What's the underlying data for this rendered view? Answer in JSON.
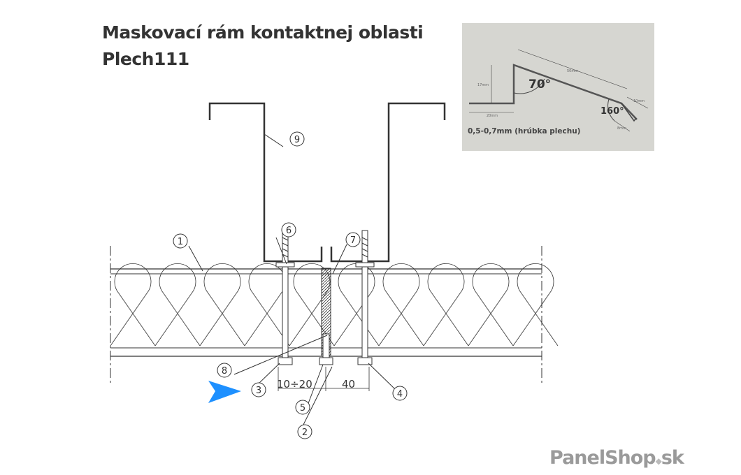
{
  "title": {
    "line1": "Maskovací rám kontaktnej oblasti",
    "line2": "Plech111"
  },
  "inset": {
    "angle_top": "70°",
    "angle_bottom": "160°",
    "dim_height": "17mm",
    "dim_base": "20mm",
    "dim_slope": "50mm",
    "dim_hem": "10mm",
    "dim_fold": "8mm",
    "thickness": "0,5-0,7mm (hrúbka plechu)"
  },
  "callouts": [
    "1",
    "2",
    "3",
    "4",
    "5",
    "6",
    "7",
    "8",
    "9"
  ],
  "dimensions": {
    "gap": "10÷20",
    "offset": "40"
  },
  "logo": {
    "name": "PanelShop",
    "tld": "sk"
  },
  "colors": {
    "pointer": "#1e90ff",
    "line": "#333333",
    "inset_bg": "#d6d6d1"
  }
}
